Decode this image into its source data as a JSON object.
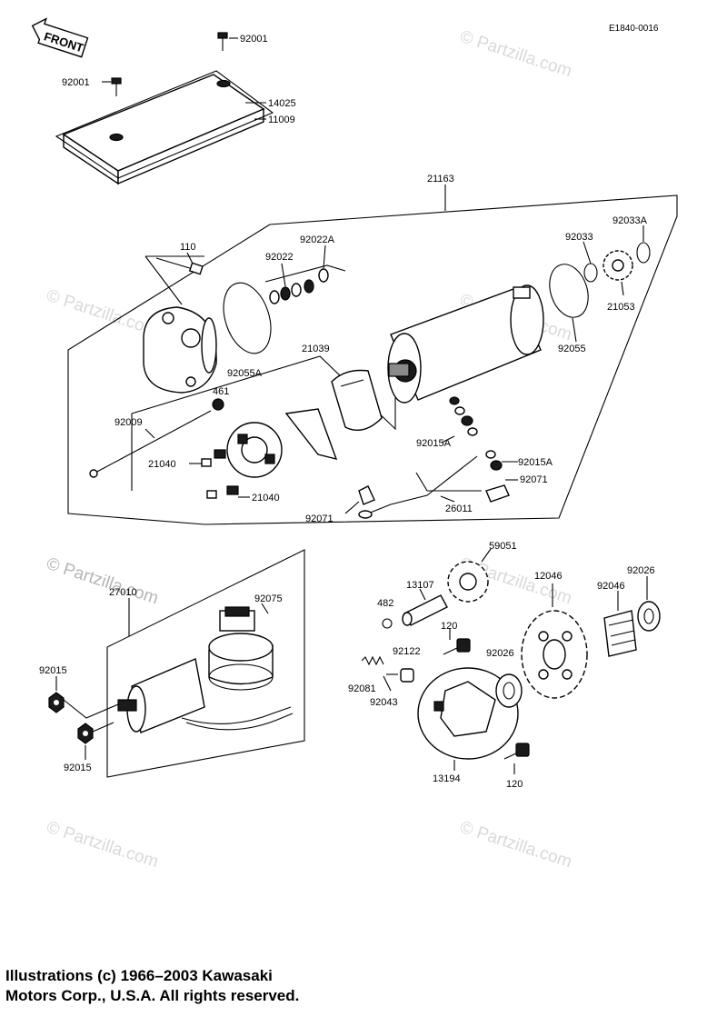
{
  "figure_code": "E1840-0016",
  "front_label": "FRONT",
  "watermark": "© Partzilla.com",
  "copyright": {
    "line1": "Illustrations (c) 1966–2003 Kawasaki",
    "line2": "Motors Corp., U.S.A.  All rights reserved."
  },
  "parts": {
    "p92001a": "92001",
    "p92001b": "92001",
    "p14025": "14025",
    "p11009": "11009",
    "p21163": "21163",
    "p110": "110",
    "p92022": "92022",
    "p92022A": "92022A",
    "p92033": "92033",
    "p92033A": "92033A",
    "p21053": "21053",
    "p92055": "92055",
    "p92055A": "92055A",
    "p21039": "21039",
    "p461": "461",
    "p92009": "92009",
    "p21040a": "21040",
    "p21040b": "21040",
    "p92015A_a": "92015A",
    "p92015A_b": "92015A",
    "p92071a": "92071",
    "p92071b": "92071",
    "p26011": "26011",
    "p27010": "27010",
    "p92075": "92075",
    "p92015a": "92015",
    "p92015b": "92015",
    "p59051": "59051",
    "p13107": "13107",
    "p482": "482",
    "p120a": "120",
    "p120b": "120",
    "p92122": "92122",
    "p92081": "92081",
    "p92043": "92043",
    "p13194": "13194",
    "p12046": "12046",
    "p92046": "92046",
    "p92026a": "92026",
    "p92026b": "92026"
  }
}
